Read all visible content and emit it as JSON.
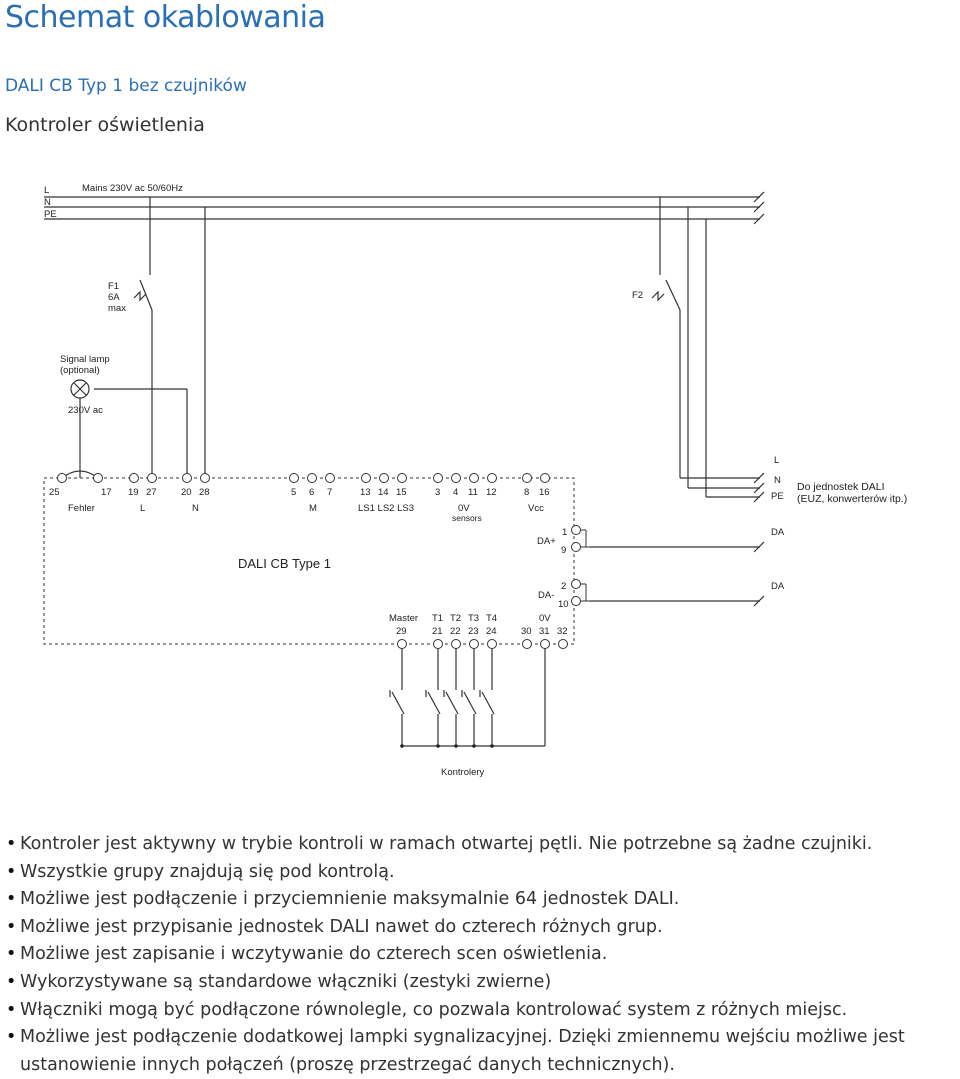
{
  "header": {
    "title": "Schemat okablowania",
    "subtitle": "DALI CB Typ 1 bez czujników",
    "section": "Kontroler oświetlenia"
  },
  "diagram": {
    "mains": {
      "l": "L",
      "n": "N",
      "pe": "PE",
      "label": "Mains 230V ac 50/60Hz"
    },
    "fuse1": {
      "name": "F1",
      "rating": "6A",
      "note": "max"
    },
    "fuse2": {
      "name": "F2"
    },
    "lamp": {
      "label1": "Signal lamp",
      "label2": "(optional)",
      "voltage": "230V ac"
    },
    "terminals": {
      "t25": "25",
      "t17": "17",
      "t19": "19",
      "t27": "27",
      "t20": "20",
      "t28": "28",
      "t5": "5",
      "t6": "6",
      "t7": "7",
      "t13": "13",
      "t14": "14",
      "t15": "15",
      "t3": "3",
      "t4": "4",
      "t11": "11",
      "t12": "12",
      "t8": "8",
      "t16": "16",
      "t1": "1",
      "t9": "9",
      "t2": "2",
      "t10": "10",
      "t29": "29",
      "t21": "21",
      "t22": "22",
      "t23": "23",
      "t24": "24",
      "t30": "30",
      "t31": "31",
      "t32": "32"
    },
    "labels": {
      "fehler": "Fehler",
      "l": "L",
      "n": "N",
      "m": "M",
      "ls": "LS1 LS2 LS3",
      "zero_v": "0V",
      "sensors": "sensors",
      "vcc": "Vcc",
      "da_plus": "DA+",
      "da_minus": "DA-",
      "zero_v2": "0V",
      "master": "Master",
      "t1": "T1",
      "t2": "T2",
      "t3": "T3",
      "t4": "T4",
      "device": "DALI CB Type 1"
    },
    "right": {
      "l": "L",
      "n": "N",
      "pe": "PE",
      "da1": "DA",
      "da2": "DA",
      "note1": "Do jednostek DALI",
      "note2": "(EUZ, konwerterów itp.)"
    },
    "controllers": "Kontrolery"
  },
  "bullets": [
    "Kontroler jest aktywny w trybie kontroli w ramach otwartej pętli. Nie potrzebne są żadne czujniki.",
    "Wszystkie grupy znajdują się pod kontrolą.",
    "Możliwe jest podłączenie i przyciemnienie maksymalnie 64 jednostek DALI.",
    "Możliwe jest przypisanie jednostek DALI nawet do czterech różnych grup.",
    "Możliwe jest zapisanie i wczytywanie do czterech scen oświetlenia.",
    "Wykorzystywane są standardowe włączniki (zestyki zwierne)",
    "Włączniki mogą być podłączone równolegle, co pozwala kontrolować system z różnych miejsc.",
    "Możliwe jest podłączenie dodatkowej lampki sygnalizacyjnej. Dzięki zmiennemu wejściu możliwe jest ustanowienie innych połączeń (proszę przestrzegać danych technicznych)."
  ]
}
